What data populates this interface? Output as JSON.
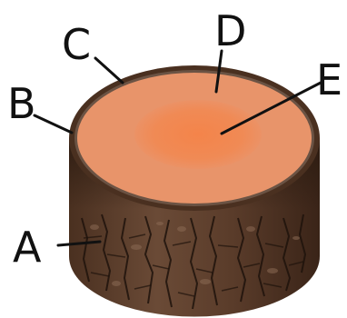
{
  "labels": {
    "A": "A",
    "B": "B",
    "C": "C",
    "D": "D",
    "E": "E"
  },
  "colors": {
    "bark_dark": "#3b2619",
    "bark_mid": "#5e3f2c",
    "bark_light": "#8a6a54",
    "bark_crack": "#1f130c",
    "rim": "#5a3a2a",
    "cambium_ring": "#6b5344",
    "sapwood": "#e8946a",
    "heartwood": "#f2874f",
    "label_text": "#111111"
  }
}
